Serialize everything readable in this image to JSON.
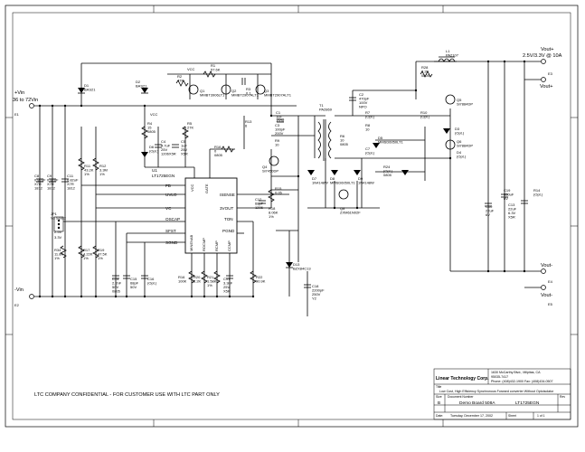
{
  "sheet": {
    "confidential": "LTC COMPANY CONFIDENTIAL   - FOR CUSTOMER USE WITH LTC PART ONLY"
  },
  "title_block": {
    "company": "Linear Technology Corp.",
    "address1": "1630 McCarthy Blvd., Milpitas, CA",
    "address2": "95035-7417",
    "phone": "Phone: (408)432-1900  Fax: (408)434-0507",
    "title_label": "Title",
    "title": "Low Cost, High Efficiency Synchronous Forward converter Without Optoisolator",
    "size_label": "Size",
    "size": "B",
    "docnum_label": "Document Number",
    "docnum": "Demo Board 508A",
    "part": "LT1725EGN",
    "rev_label": "Rev",
    "date_label": "Date:",
    "date": "Tuesday, December 17, 2002",
    "sheet_label": "Sheet",
    "sheet_of": "1     of     1"
  },
  "terminals": {
    "vin_pos": "+Vin",
    "vin_range": "36 to 72Vin",
    "e1": "E1",
    "vin_neg": "-Vin",
    "e2": "E2",
    "vout_pos_top": "Vout+",
    "vout_spec": "2.5V/3.3V @ 10A",
    "e3": "E3",
    "vout_pos_2": "Vout+",
    "vout_neg": "Vout-",
    "e4": "E4",
    "vout_neg_2": "Vout-",
    "e5": "E5"
  },
  "ic": {
    "ref": "U1",
    "part": "LT1725EGN",
    "pins_left": [
      "FB",
      "UVLO",
      "VC",
      "OSCAP",
      "SFST",
      "SGND"
    ],
    "pins_right": [
      "ISENSE",
      "3VOUT",
      "TON",
      "PGND"
    ],
    "pins_top": [
      "VCC",
      "GATE"
    ],
    "pins_bottom": [
      "MINENAB",
      "ROCMP",
      "RCMP",
      "CCMP"
    ]
  },
  "components": [
    {
      "id": "D1",
      "lines": [
        "D1",
        "BAS21"
      ]
    },
    {
      "id": "D2",
      "lines": [
        "D2",
        "BAS21"
      ]
    },
    {
      "id": "R1",
      "lines": [
        "R1",
        "57.6K"
      ]
    },
    {
      "id": "R2",
      "lines": [
        "R2",
        "47K"
      ]
    },
    {
      "id": "Q1",
      "lines": [
        "Q1",
        "MMBT3906LT1"
      ]
    },
    {
      "id": "Q2",
      "lines": [
        "Q2",
        "MMBT2907ALT1"
      ]
    },
    {
      "id": "Q3",
      "lines": [
        "Q3",
        "MMBT2907ALT1"
      ]
    },
    {
      "id": "C1",
      "lines": [
        "C1",
        "1uF",
        "100V"
      ]
    },
    {
      "id": "R3",
      "lines": [
        "R3",
        "0.1"
      ]
    },
    {
      "id": "R4",
      "lines": [
        "R4",
        "15",
        "0805"
      ]
    },
    {
      "id": "D6",
      "lines": [
        "D6",
        "(Opt.)"
      ]
    },
    {
      "id": "C4",
      "lines": [
        "C4",
        "4.7uF",
        "25V",
        "1206X5R"
      ]
    },
    {
      "id": "R5",
      "lines": [
        "R5",
        "27K"
      ]
    },
    {
      "id": "C5",
      "lines": [
        "C5",
        "1uF",
        "25V",
        "X5R"
      ]
    },
    {
      "id": "C8",
      "lines": [
        "C8",
        "0.82uF",
        "X7R",
        "1812"
      ]
    },
    {
      "id": "C9",
      "lines": [
        "C9",
        "0.82uF",
        "X7R",
        "1812"
      ]
    },
    {
      "id": "C11",
      "lines": [
        "C11",
        "0.82uF",
        "X7R",
        "1812"
      ]
    },
    {
      "id": "R11",
      "lines": [
        "R11",
        "43.2K",
        "1%"
      ]
    },
    {
      "id": "R12",
      "lines": [
        "R12",
        "3.3M",
        "1%"
      ]
    },
    {
      "id": "JP1",
      "lines": [
        "JP1",
        "Vo Select"
      ]
    },
    {
      "id": "JP_2.5",
      "lines": [
        "2.5V"
      ]
    },
    {
      "id": "JP_3.3",
      "lines": [
        "3.3V"
      ]
    },
    {
      "id": "R16",
      "lines": [
        "R16",
        "0",
        "0805"
      ]
    },
    {
      "id": "R13",
      "lines": [
        "R13",
        "6"
      ]
    },
    {
      "id": "C3",
      "lines": [
        "C3",
        "100pF",
        "200V"
      ]
    },
    {
      "id": "R9",
      "lines": [
        "R9",
        "10"
      ]
    },
    {
      "id": "T1",
      "lines": [
        "T1",
        "PA2869"
      ]
    },
    {
      "id": "C2",
      "lines": [
        "C2",
        "470pF",
        "100V",
        "NPO"
      ]
    },
    {
      "id": "R7",
      "lines": [
        "R7",
        "(Opt.)"
      ]
    },
    {
      "id": "C7",
      "lines": [
        "C7",
        "(Opt.)"
      ]
    },
    {
      "id": "R8",
      "lines": [
        "R8",
        "10"
      ]
    },
    {
      "id": "R6",
      "lines": [
        "R6",
        "10",
        "0805"
      ]
    },
    {
      "id": "R28",
      "lines": [
        "R28",
        "2.2K",
        "0805"
      ]
    },
    {
      "id": "L1",
      "lines": [
        "L1",
        "PA2107"
      ]
    },
    {
      "id": "Q4",
      "lines": [
        "Q4",
        "Si7450DP"
      ]
    },
    {
      "id": "D7",
      "lines": [
        "D7",
        "1N4148W"
      ]
    },
    {
      "id": "D8",
      "lines": [
        "D8",
        "MMSD6050LT1"
      ]
    },
    {
      "id": "D5",
      "lines": [
        "D5",
        "MMSD6050LT1"
      ]
    },
    {
      "id": "D9",
      "lines": [
        "D9",
        "1N4148W"
      ]
    },
    {
      "id": "Q5",
      "lines": [
        "Q5",
        "Si7884DP"
      ]
    },
    {
      "id": "Q6",
      "lines": [
        "Q6",
        "Si7884DP"
      ]
    },
    {
      "id": "R10",
      "lines": [
        "R10",
        "(Opt.)"
      ]
    },
    {
      "id": "R14",
      "lines": [
        "R14",
        "(Opt.)"
      ]
    },
    {
      "id": "D3",
      "lines": [
        "D3",
        "(Opt.)"
      ]
    },
    {
      "id": "D4",
      "lines": [
        "D4",
        "(Opt.)"
      ]
    },
    {
      "id": "Q8",
      "lines": [
        "Q8",
        "ZXM61N02F"
      ]
    },
    {
      "id": "R15",
      "lines": [
        "R15",
        "0.05"
      ]
    },
    {
      "id": "C12",
      "lines": [
        "C12",
        "68pF",
        "1206"
      ]
    },
    {
      "id": "R18",
      "lines": [
        "R18",
        "8.06K",
        "1%"
      ]
    },
    {
      "id": "R34",
      "lines": [
        "R34",
        "11.8K",
        "1%"
      ]
    },
    {
      "id": "R17",
      "lines": [
        "R17",
        "4.22K",
        "1%"
      ]
    },
    {
      "id": "R19",
      "lines": [
        "R19",
        "47.5K",
        "1%"
      ]
    },
    {
      "id": "C14",
      "lines": [
        "C14",
        "2.2nF",
        "50V",
        "0805"
      ]
    },
    {
      "id": "C15",
      "lines": [
        "C15",
        "68pF",
        "50V"
      ]
    },
    {
      "id": "C16",
      "lines": [
        "C16",
        "(Opt.)"
      ]
    },
    {
      "id": "R16b",
      "lines": [
        "R16",
        "100K"
      ]
    },
    {
      "id": "R20",
      "lines": [
        "R20",
        "2.2K"
      ]
    },
    {
      "id": "R21",
      "lines": [
        "R21",
        "1.58K",
        "1%"
      ]
    },
    {
      "id": "C17",
      "lines": [
        "C17",
        "3.3nF",
        "25V",
        "X5R"
      ]
    },
    {
      "id": "R22",
      "lines": [
        "R22",
        "90.9K"
      ]
    },
    {
      "id": "D13",
      "lines": [
        "D13",
        "BZX84C13"
      ]
    },
    {
      "id": "C18",
      "lines": [
        "C18",
        "2200pF",
        "250V",
        "Y2"
      ]
    },
    {
      "id": "C10",
      "lines": [
        "C10",
        "22uF",
        "6V"
      ]
    },
    {
      "id": "C13",
      "lines": [
        "C13",
        "22uF",
        "6.3V",
        "X5R"
      ]
    },
    {
      "id": "C19",
      "lines": [
        "C19",
        "330uF",
        "6V"
      ]
    },
    {
      "id": "R_opt",
      "lines": [
        "R24",
        "(Opt.)",
        "0805"
      ]
    }
  ],
  "nets": {
    "vcc": "VCC",
    "bas": "BAS21"
  }
}
